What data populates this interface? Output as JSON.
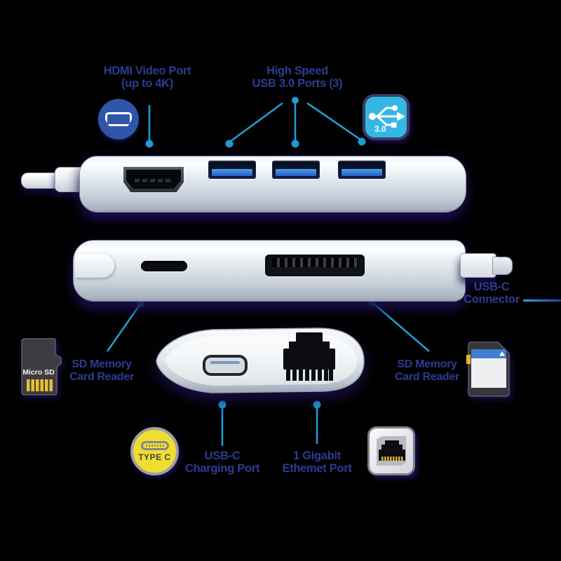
{
  "title": "USB-C hub port callout diagram",
  "labels": {
    "hdmi": {
      "line1": "HDMI Video Port",
      "line2": "(up to 4K)"
    },
    "usb3": {
      "line1": "High Speed",
      "line2": "USB 3.0 Ports (3)"
    },
    "usbc_connector": {
      "line1": "USB-C",
      "line2": "Connector"
    },
    "sd_left": {
      "line1": "SD Memory",
      "line2": "Card Reader"
    },
    "sd_right": {
      "line1": "SD Memory",
      "line2": "Card Reader"
    },
    "usbc_charging": {
      "line1": "USB-C",
      "line2": "Charging Port"
    },
    "ethernet": {
      "line1": "1 Gigabit",
      "line2": "Ethemet Port"
    }
  },
  "icons": {
    "usb3_badge_text": "3.0",
    "micro_sd_card_text": "Micro SD",
    "type_c_badge_text": "TYPE C"
  },
  "colors": {
    "background": "#000000",
    "label_text": "#2d3b92",
    "callout_line": "#1f9cd6",
    "usb3_badge_bg": "#35b7e6",
    "hdmi_badge_bg": "#2f55a6",
    "type_c_badge_bg": "#f0dd30",
    "sd_stripe_blue": "#3f7ed0",
    "pin_gold": "#edbe2e",
    "usb_tongue_blue": "#2f74d8",
    "device_silver": "#d8dee5"
  }
}
